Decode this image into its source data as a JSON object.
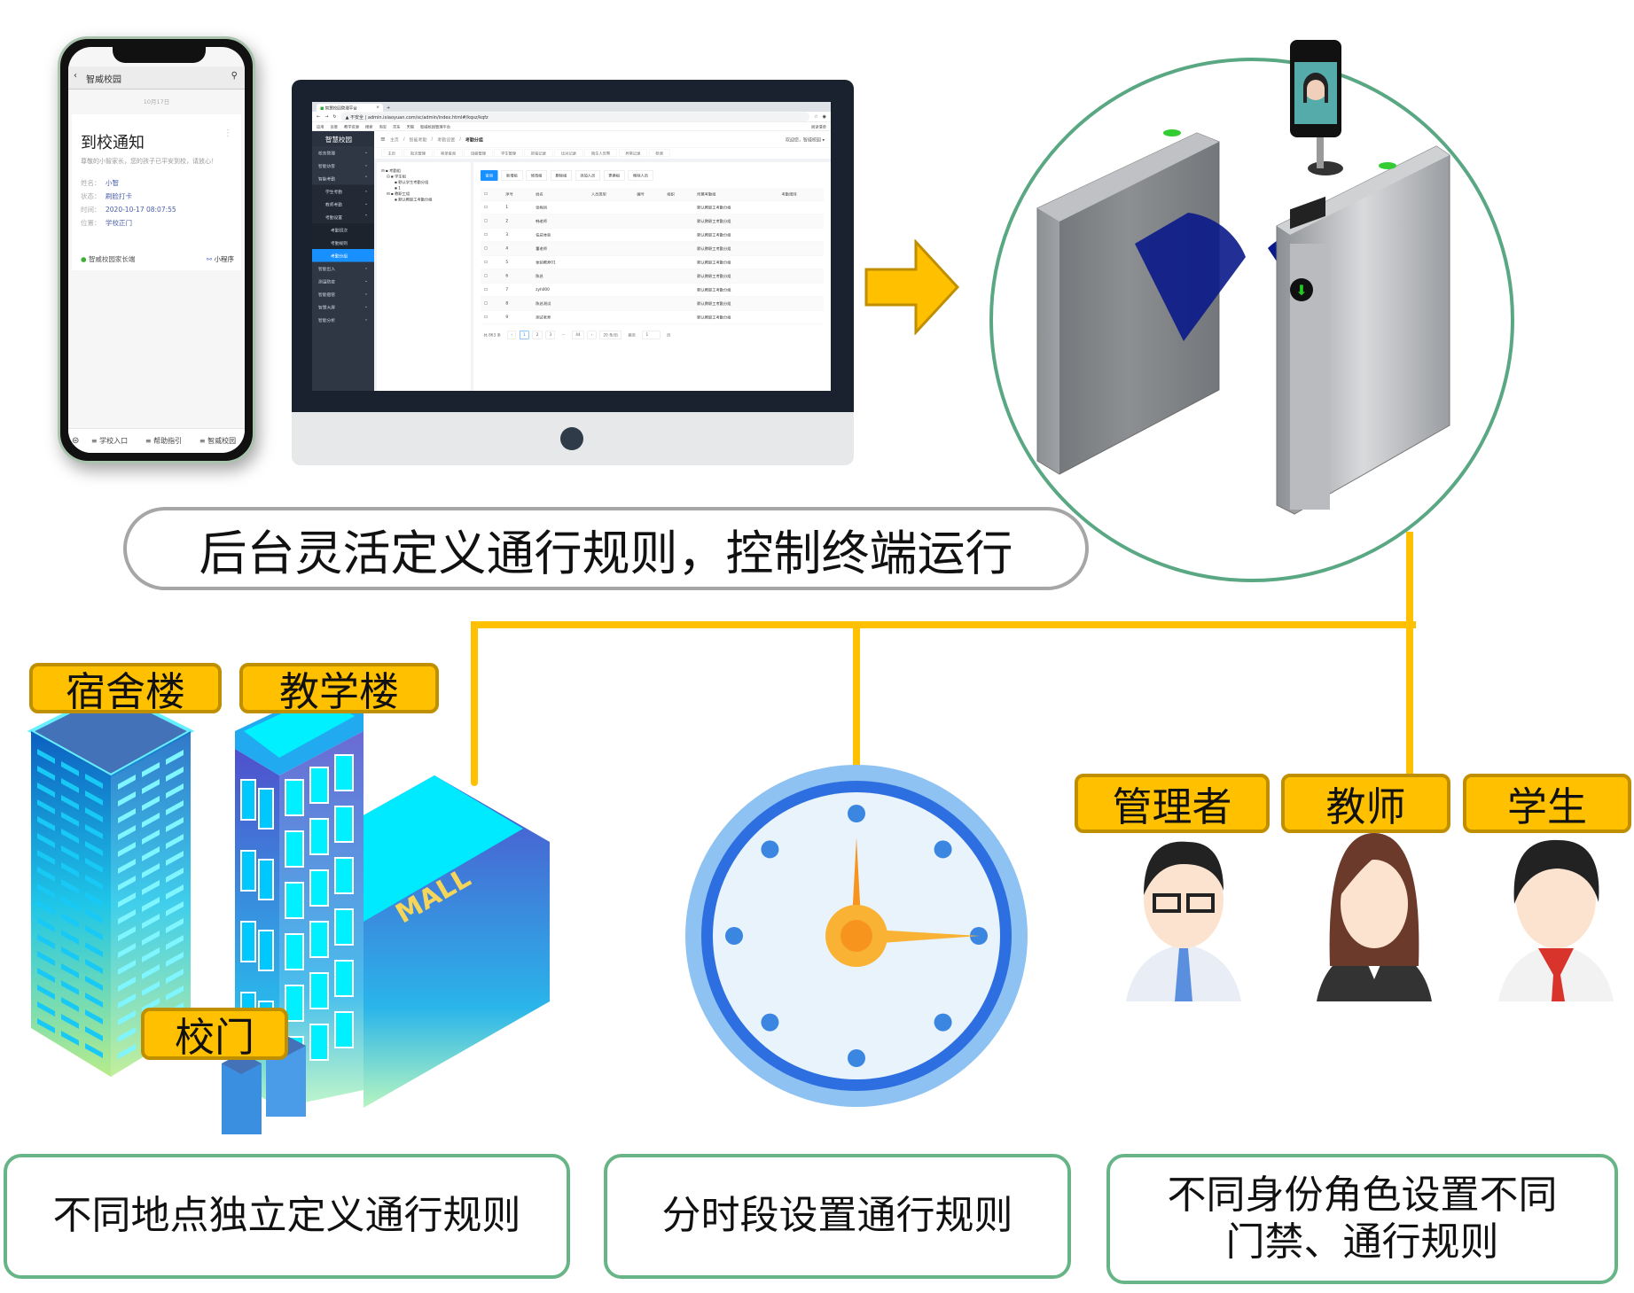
{
  "phone": {
    "app_title": "智威校园",
    "date": "10月17日",
    "card_title": "到校通知",
    "message": "尊敬的小智家长，您的孩子已平安到校，请放心！",
    "fields": [
      {
        "label": "姓名：",
        "value": "小智"
      },
      {
        "label": "状态：",
        "value": "刷脸打卡"
      },
      {
        "label": "时间：",
        "value": "2020-10-17 08:07:55"
      },
      {
        "label": "位置：",
        "value": "学校正门"
      }
    ],
    "source": "智威校园家长端",
    "mini_program": "小程序",
    "bottom_menu": [
      "学校入口",
      "帮助指引",
      "智威校园"
    ]
  },
  "admin": {
    "browser_tab": "智慧校园管理平台",
    "url": "▲ 不安全 | admin.ixiaoyuan.com/sc/admin/index.html#/kqsz/kqfz",
    "bookmarks": [
      "应用",
      "百度",
      "教学资源",
      "搜索",
      "淘宝",
      "京东",
      "天猫",
      "智威校园管理平台"
    ],
    "reading_list": "阅读清单",
    "logo": "智慧校园",
    "sidebar": [
      "校务管理",
      "智能访客",
      "智能考勤",
      "学生考勤",
      "教师考勤",
      "考勤设置",
      "考勤班次",
      "考勤规则",
      "考勤分组",
      "智能出入",
      "测温防疫",
      "智能宿管",
      "智慧大屏",
      "智能分析"
    ],
    "breadcrumb": [
      "主页",
      "智能考勤",
      "考勤设置",
      "考勤分组"
    ],
    "user": "欢迎您，智威校园 ▾",
    "tabs": [
      "主页",
      "批次管理",
      "寄单查询",
      "班级管理",
      "学生管理",
      "抓拍记录",
      "比对记录",
      "陌生人告警",
      "异常记录",
      "检测"
    ],
    "tree": [
      "考勤组",
      "学生组",
      "默认学生考勤分组",
      "1",
      "教职工组",
      "默认教职工考勤分组"
    ],
    "toolbar": [
      "查询",
      "新增组",
      "修改组",
      "删除组",
      "添加人员",
      "更换组",
      "移除人员"
    ],
    "columns": [
      "序号",
      "姓名",
      "人员类型",
      "编号",
      "组织",
      "所属考勤组",
      "考勤规则"
    ],
    "rows": [
      {
        "no": "1",
        "name": "张梅凤",
        "group": "默认教职工考勤分组"
      },
      {
        "no": "2",
        "name": "韩老师",
        "group": "默认教职工考勤分组"
      },
      {
        "no": "3",
        "name": "任总体验",
        "group": "默认教职工考勤分组"
      },
      {
        "no": "4",
        "name": "董老师",
        "group": "默认教职工考勤分组"
      },
      {
        "no": "5",
        "name": "体验教师01",
        "group": "默认教职工考勤分组"
      },
      {
        "no": "6",
        "name": "陈总",
        "group": "默认教职工考勤分组"
      },
      {
        "no": "7",
        "name": "zyh000",
        "group": "默认教职工考勤分组"
      },
      {
        "no": "8",
        "name": "陈总测试",
        "group": "默认教职工考勤分组"
      },
      {
        "no": "9",
        "name": "测试老师",
        "group": "默认教职工考勤分组"
      }
    ],
    "pager": {
      "total": "共 863 条",
      "pages": [
        "1",
        "2",
        "3",
        "···",
        "44"
      ],
      "page_size": "20 条/页",
      "goto": "跳至",
      "goto_value": "1",
      "page_unit": "页"
    }
  },
  "banner": "后台灵活定义通行规则，控制终端运行",
  "labels": {
    "dorm": "宿舍楼",
    "teaching": "教学楼",
    "gate": "校门",
    "admin": "管理者",
    "teacher": "教师",
    "student": "学生",
    "mall": "MALL"
  },
  "captions": {
    "location": "不同地点独立定义通行规则",
    "time": "分时段设置通行规则",
    "role_line1": "不同身份角色设置不同",
    "role_line2": "门禁、通行规则"
  },
  "colors": {
    "label_fill": "#ffc000",
    "label_border": "#bf8f00",
    "connector": "#ffc000",
    "caption_border": "#67b587",
    "circle_border": "#5aa883"
  }
}
